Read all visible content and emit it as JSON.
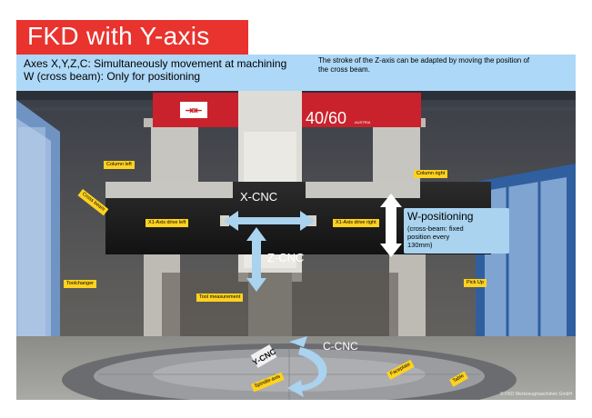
{
  "header": {
    "title": "FKD with Y-axis",
    "title_color": "#e8332e"
  },
  "info": {
    "line1": "Axes X,Y,Z,C: Simultaneously movement at machining",
    "line2": "W (cross beam): Only for positioning",
    "note_line1": "The stroke of the Z-axis can be adapted by moving the position of",
    "note_line2": "the cross beam.",
    "panel_color": "#add8f7"
  },
  "machine": {
    "sign_text": "40/60",
    "sign_subtext": "AUSTRIA"
  },
  "labels": {
    "column_left": "Column left",
    "column_right": "Column right",
    "cross_beam": "Cross beam",
    "x1_left": "X1-Axis drive left",
    "x1_right": "X1-Axis drive right",
    "toolchanger": "Toolchanger",
    "tool_measurement": "Tool measurement",
    "pick_up": "Pick Up",
    "spindle_axis": "Spindle-axis",
    "faceplate": "Faceplate",
    "table": "Table",
    "y_cnc": "Y-CNC",
    "label_color": "#ffd21f"
  },
  "axes": {
    "x_cnc": "X-CNC",
    "z_cnc": "Z-CNC",
    "c_cnc": "C-CNC",
    "arrow_color": "#a9d3ef"
  },
  "w_positioning": {
    "title": "W-positioning",
    "desc_line1": "(cross-beam: fixed",
    "desc_line2": "position every",
    "desc_line3": "130mm)"
  },
  "footer": {
    "copyright": "© FKD Werkzeugmaschinen GmbH"
  }
}
